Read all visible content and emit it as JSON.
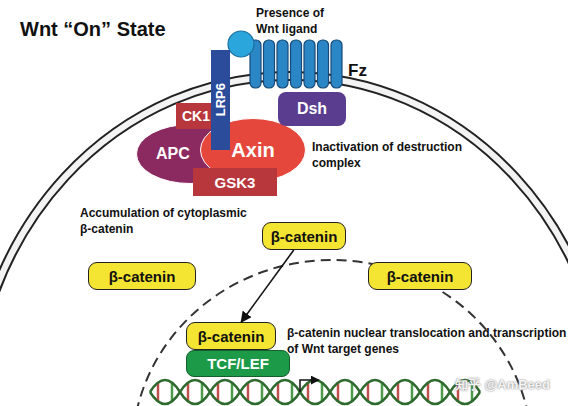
{
  "diagram": {
    "title": "Wnt “On” State",
    "nodes": [
      {
        "text": [
          "LRP6"
        ]
      },
      {
        "text": [
          "CK1"
        ]
      },
      {
        "text": [
          "Dsh"
        ]
      },
      {
        "text": [
          "APC"
        ]
      },
      {
        "text": [
          "Axin"
        ]
      },
      {
        "text": [
          "GSK3"
        ]
      },
      {
        "text": [
          "β-catenin"
        ]
      },
      {
        "text": [
          "β-catenin"
        ]
      },
      {
        "text": [
          "β-catenin"
        ]
      },
      {
        "text": [
          "β-catenin"
        ]
      },
      {
        "text": [
          "TCF/LEF"
        ]
      }
    ],
    "edges": [
      {
        "from": 6,
        "to": 9,
        "arrow": "to"
      }
    ],
    "labels": [
      "Presence of Wnt ligand",
      "Fz",
      "Inactivation of destruction complex",
      "Accumulation of cytoplasmic β-catenin",
      "β-catenin nuclear translocation and transcription of Wnt target genes",
      "知乎 @AmBeed"
    ]
  }
}
